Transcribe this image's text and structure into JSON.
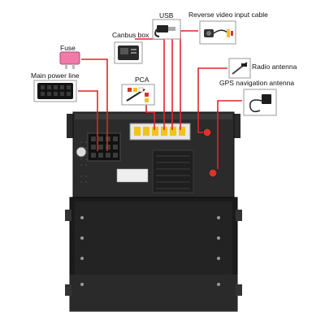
{
  "diagram": {
    "labels": {
      "usb": "USB",
      "reverse_video": "Reverse video input cable",
      "canbus": "Canbus box",
      "fuse": "Fuse",
      "main_power": "Main power line",
      "pca": "PCA",
      "radio_antenna": "Radio antenna",
      "gps_antenna": "GPS navigation antenna"
    },
    "colors": {
      "leader_line": "#e0242a",
      "unit_body": "#2b2b2b",
      "unit_dark": "#1c1c1c",
      "rca_yellow": "#f2c318",
      "rca_red": "#d9342b",
      "fuse_pink": "#f07aa8"
    }
  }
}
